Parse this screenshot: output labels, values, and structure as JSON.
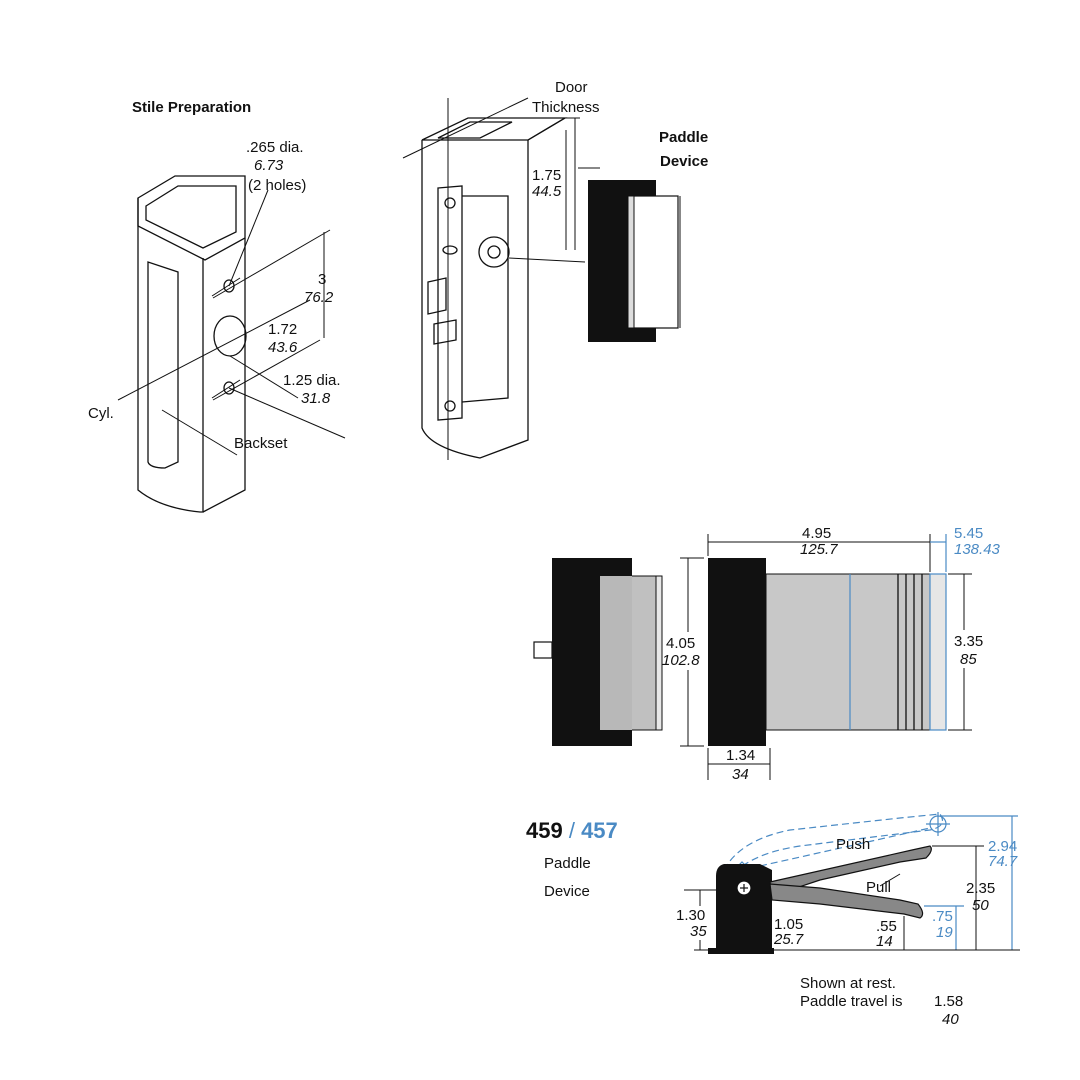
{
  "stile": {
    "title": "Stile Preparation",
    "hole_dia": ".265 dia.",
    "hole_dia_mm": "6.73",
    "holes_note": "(2 holes)",
    "spacing": "3",
    "spacing_mm": "76.2",
    "offset": "1.72",
    "offset_mm": "43.6",
    "cyl_dia": "1.25 dia.",
    "cyl_dia_mm": "31.8",
    "cyl_label": "Cyl.",
    "backset_label": "Backset"
  },
  "door": {
    "thickness_line1": "Door",
    "thickness_line2": "Thickness",
    "dim": "1.75",
    "dim_mm": "44.5"
  },
  "paddle_top": {
    "line1": "Paddle",
    "line2": "Device"
  },
  "front": {
    "width": "4.95",
    "width_mm": "125.7",
    "width_alt": "5.45",
    "width_alt_mm": "138.43",
    "height": "4.05",
    "height_mm": "102.8",
    "inner_height": "3.35",
    "inner_height_mm": "85",
    "base": "1.34",
    "base_mm": "34"
  },
  "model": {
    "num_a": "459",
    "sep": " / ",
    "num_b": "457",
    "line1": "Paddle",
    "line2": "Device",
    "colors": {
      "num_b": "#4a8ac4",
      "alt": "#4a8ac4"
    }
  },
  "side": {
    "push": "Push",
    "pull": "Pull",
    "h_alt": "2.94",
    "h_alt_mm": "74.7",
    "h": "2.35",
    "h_mm": "50",
    "gap_alt": ".75",
    "gap_alt_mm": "19",
    "gap": ".55",
    "gap_mm": "14",
    "base_h": "1.30",
    "base_h_mm": "35",
    "base_w": "1.05",
    "base_w_mm": "25.7",
    "note_line1": "Shown at rest.",
    "note_line2": "Paddle travel is",
    "travel": "1.58",
    "travel_mm": "40"
  }
}
